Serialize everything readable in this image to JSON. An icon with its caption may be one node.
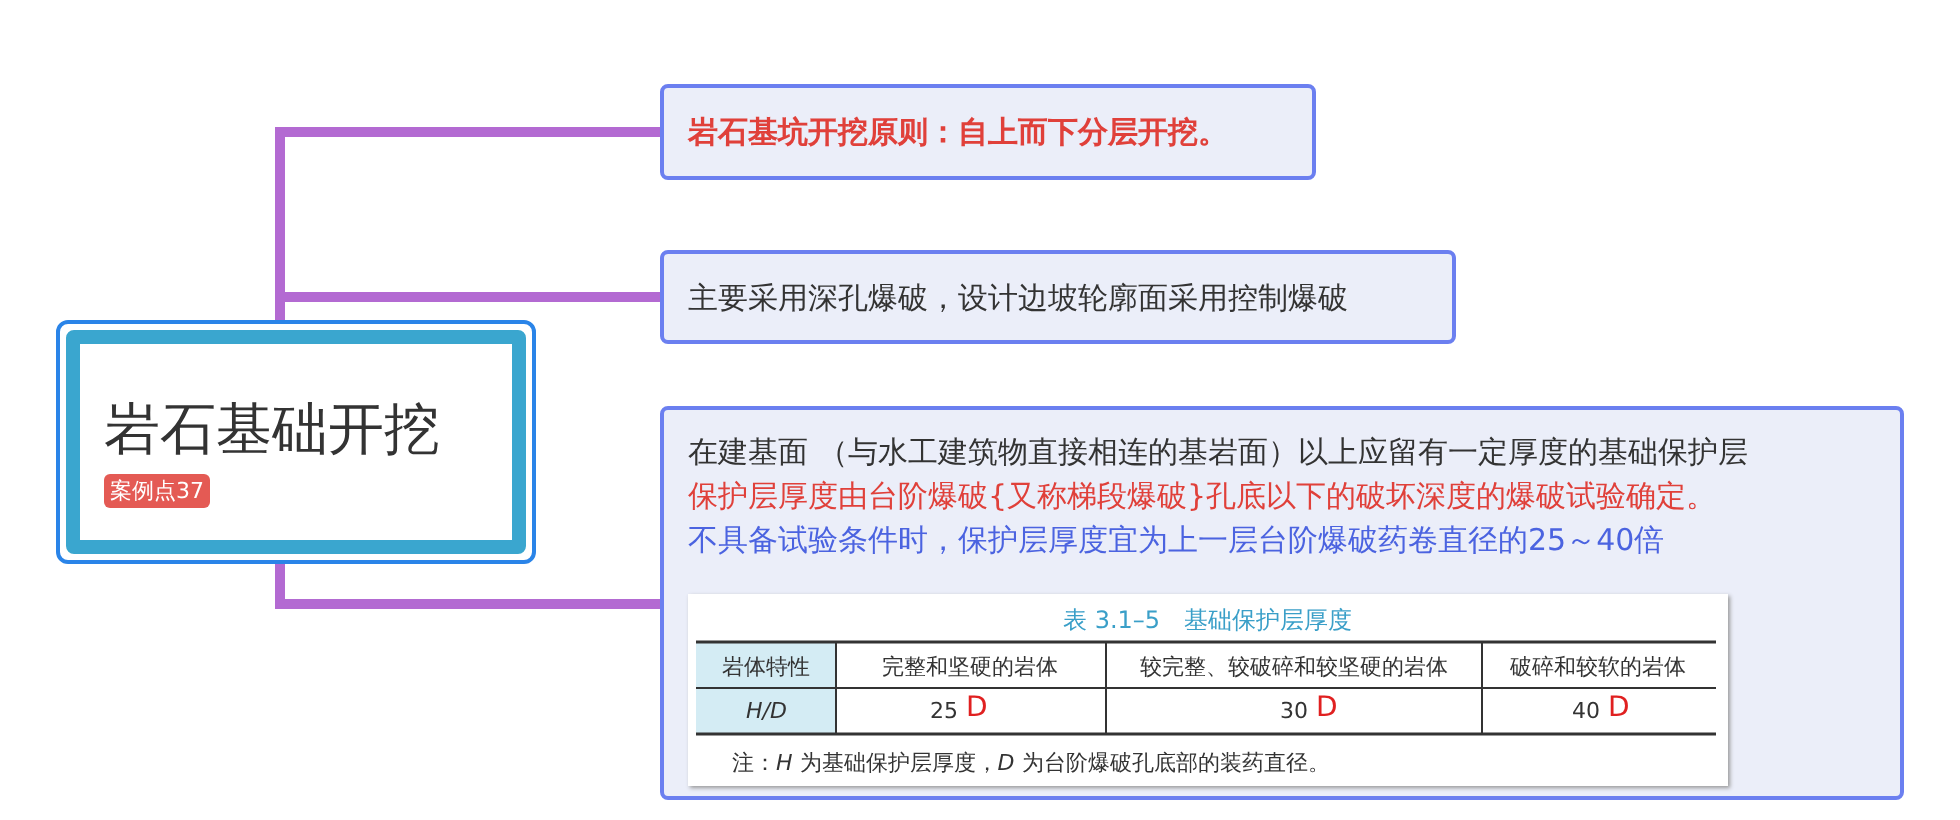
{
  "diagram": {
    "nodes": [
      {
        "text": [
          "岩石基础开挖",
          "案例点37"
        ]
      },
      {
        "text": [
          "岩石基坑开挖原则：自上而下分层开挖。"
        ]
      },
      {
        "text": [
          "主要采用深孔爆破，设计边坡轮廓面采用控制爆破"
        ]
      },
      {
        "text": [
          "在建基面 （与水工建筑物直接相连的基岩面）以上应留有一定厚度的基础保护层",
          "保护层厚度由台阶爆破{又称梯段爆破}孔底以下的破坏深度的爆破试验确定。",
          "不具备试验条件时，保护层厚度宜为上一层台阶爆破药卷直径的25～40倍"
        ]
      }
    ],
    "edges": [
      {
        "from": 0,
        "to": 1,
        "arrow": "none",
        "color": "#b36ad2"
      },
      {
        "from": 0,
        "to": 2,
        "arrow": "none",
        "color": "#b36ad2"
      },
      {
        "from": 0,
        "to": 3,
        "arrow": "none",
        "color": "#b36ad2"
      }
    ],
    "labels": [
      "表 3.1–5　基础保护层厚度",
      "岩体特性",
      "完整和坚硬的岩体",
      "较完整、较破碎和较坚硬的岩体",
      "破碎和较软的岩体",
      "H/D",
      "25",
      "D",
      "30",
      "D",
      "40",
      "D",
      "注：*H* 为基础保护层厚度，*D* 为台阶爆破孔底部的装药直径。"
    ]
  }
}
